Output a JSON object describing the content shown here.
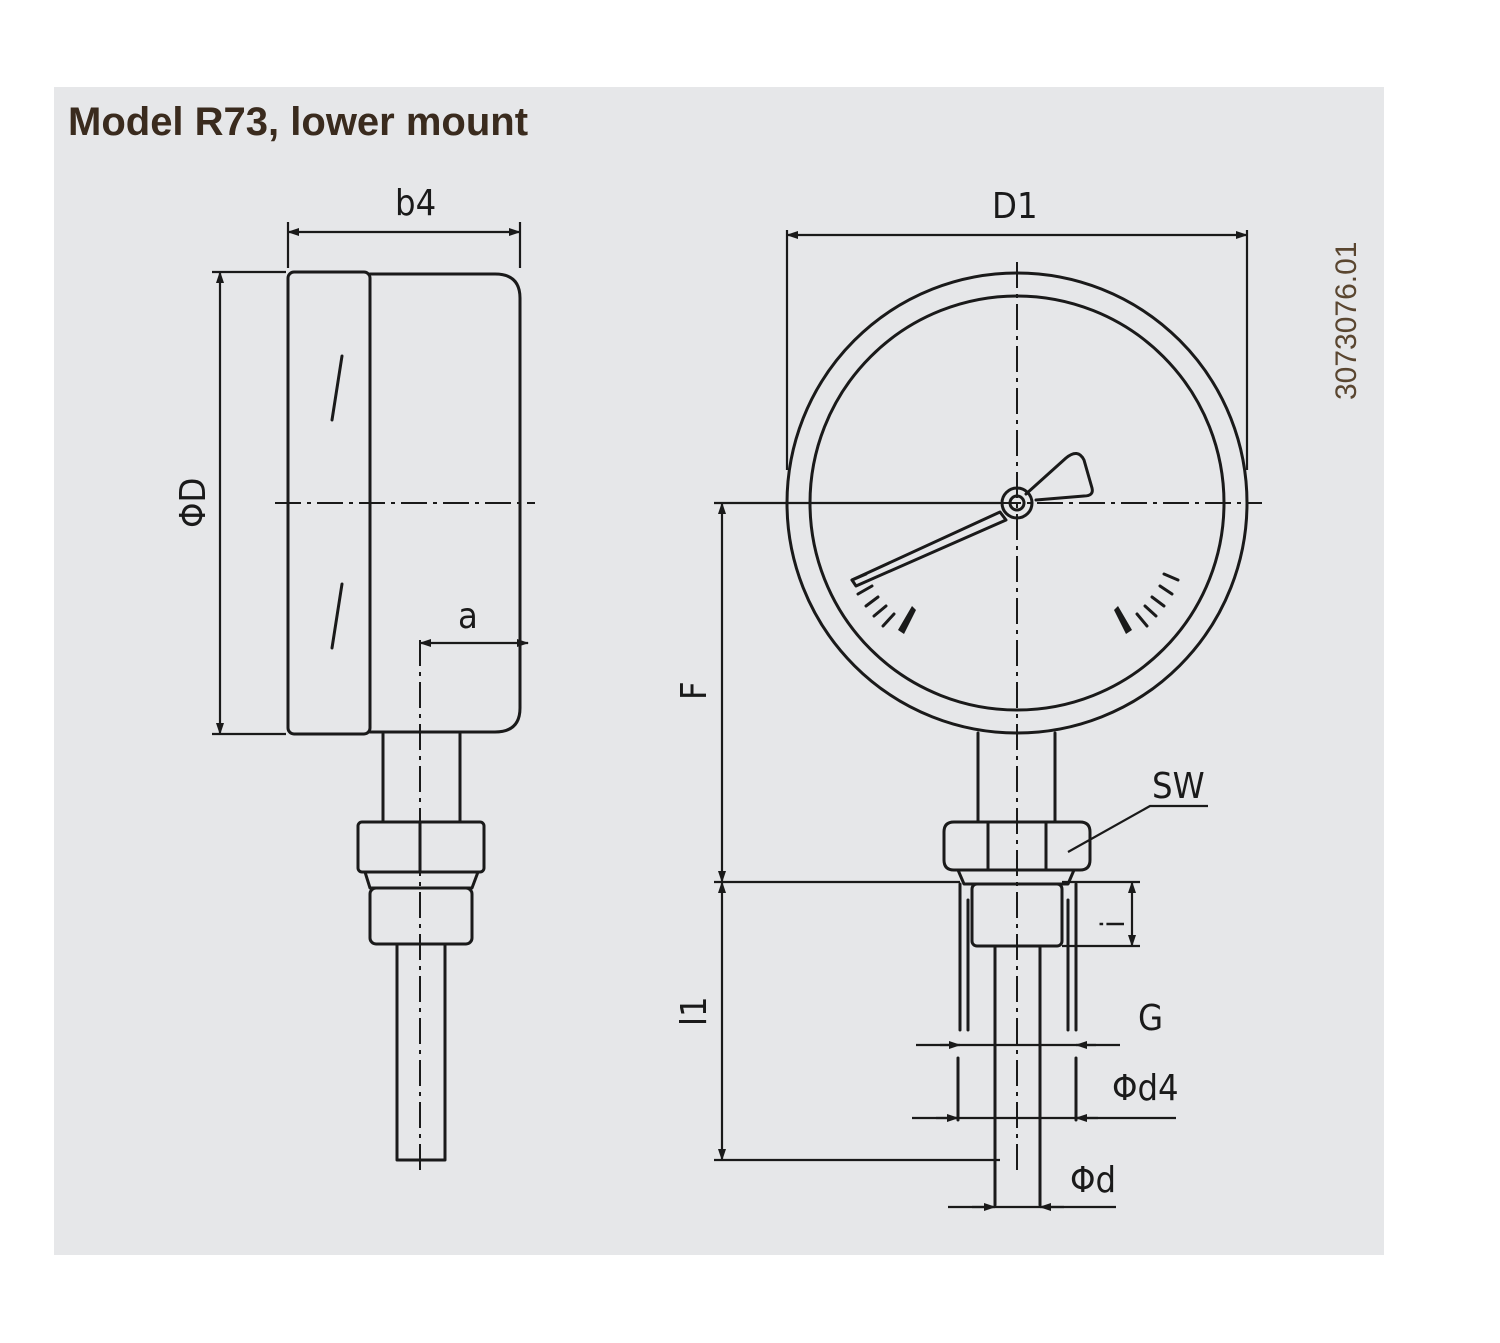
{
  "title": "Model R73, lower mount",
  "document_number": "3073076.01",
  "dimension_labels": {
    "b4": "b4",
    "D1": "D1",
    "phiD": "ΦD",
    "a": "a",
    "F": "F",
    "SW": "SW",
    "i": "i",
    "l1": "l1",
    "G": "G",
    "phid4": "Φd4",
    "phid": "Φd"
  }
}
